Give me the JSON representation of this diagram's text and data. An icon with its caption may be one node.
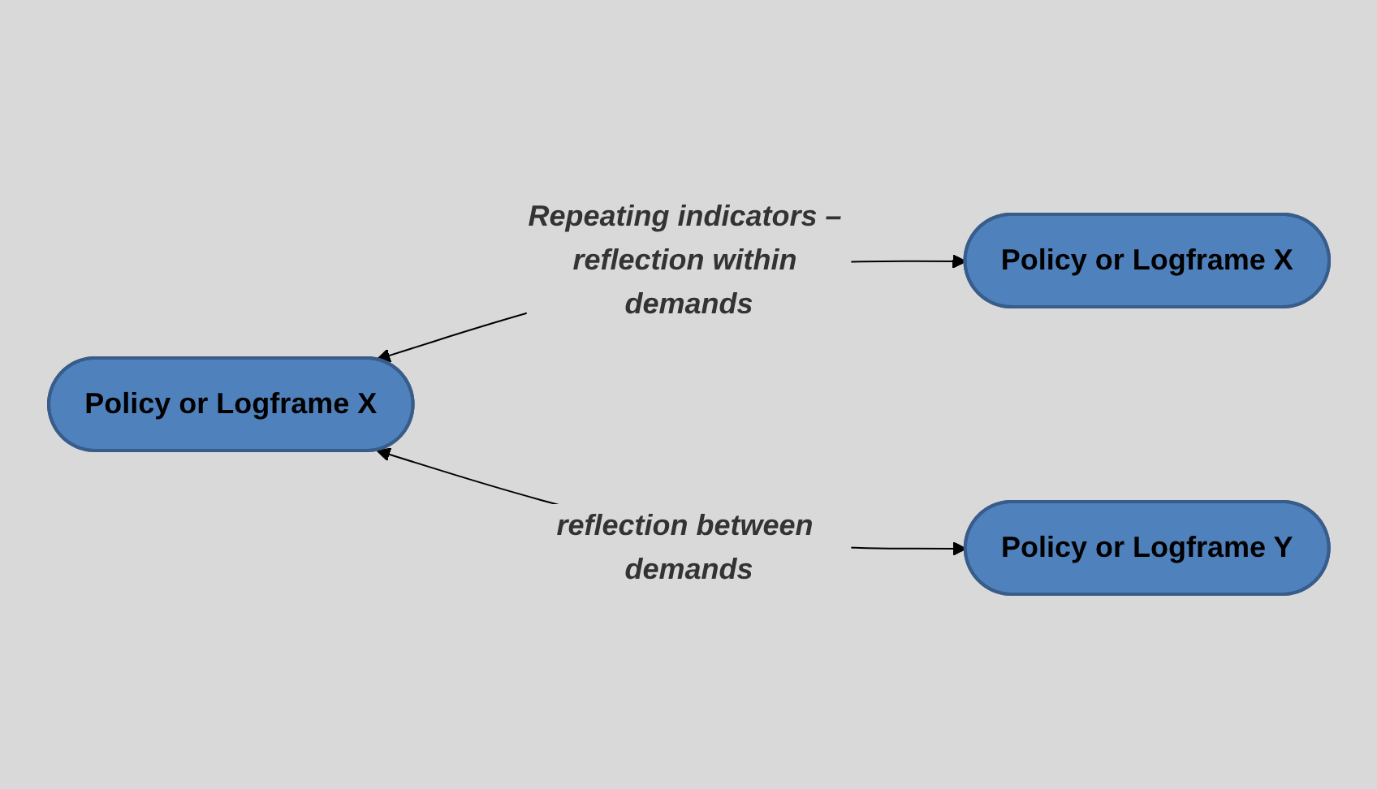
{
  "diagram": {
    "nodes": [
      {
        "text": [
          "Policy or Logframe X"
        ]
      },
      {
        "text": [
          "Policy or Logframe X"
        ]
      },
      {
        "text": [
          "Policy or Logframe Y"
        ]
      }
    ],
    "edges": [
      {
        "from": 0,
        "to": 1,
        "arrow": "both",
        "label": "Repeating indicators – reflection within demands"
      },
      {
        "from": 0,
        "to": 2,
        "arrow": "both",
        "label": "reflection between demands"
      }
    ]
  }
}
